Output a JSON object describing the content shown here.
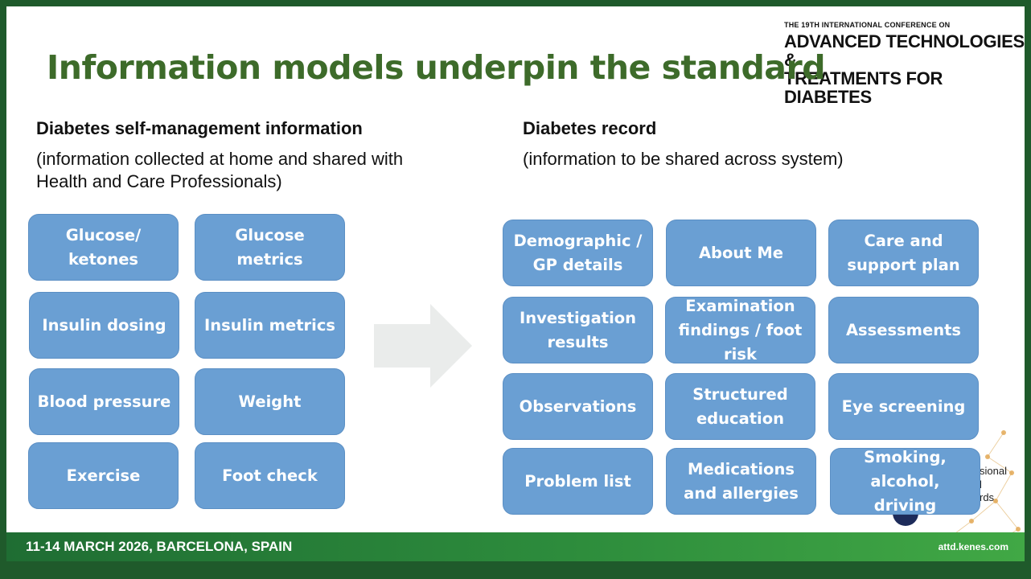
{
  "conference": {
    "superscript_line": "THE 19TH INTERNATIONAL CONFERENCE ON",
    "title_line1": "ADVANCED TECHNOLOGIES &",
    "title_line2": "TREATMENTS FOR DIABETES"
  },
  "slide": {
    "title": "Information models underpin the standard",
    "left": {
      "heading": "Diabetes self-management  information",
      "subheading_line1": "(information collected at home and shared with",
      "subheading_line2": "Health and Care Professionals)",
      "boxes": [
        {
          "line1": "Glucose/",
          "line2": "ketones"
        },
        {
          "line1": "Glucose",
          "line2": "metrics"
        },
        {
          "line1": "Insulin dosing",
          "line2": ""
        },
        {
          "line1": "Insulin metrics",
          "line2": ""
        },
        {
          "line1": "Blood pressure",
          "line2": ""
        },
        {
          "line1": "Weight",
          "line2": ""
        },
        {
          "line1": "Exercise",
          "line2": ""
        },
        {
          "line1": "Foot check",
          "line2": ""
        }
      ]
    },
    "right": {
      "heading": "Diabetes record",
      "subheading": "(information to be shared across system)",
      "boxes": [
        {
          "line1": "Demographic /",
          "line2": "GP details",
          "line3": ""
        },
        {
          "line1": "About Me",
          "line2": "",
          "line3": ""
        },
        {
          "line1": "Care and",
          "line2": "support plan",
          "line3": ""
        },
        {
          "line1": "Investigation",
          "line2": "results",
          "line3": ""
        },
        {
          "line1": "Examination",
          "line2": "findings / foot",
          "line3": "risk"
        },
        {
          "line1": "Assessments",
          "line2": "",
          "line3": ""
        },
        {
          "line1": "Observations",
          "line2": "",
          "line3": ""
        },
        {
          "line1": "Structured",
          "line2": "education",
          "line3": ""
        },
        {
          "line1": "Eye screening",
          "line2": "",
          "line3": ""
        },
        {
          "line1": "Problem list",
          "line2": "",
          "line3": ""
        },
        {
          "line1": "Medications",
          "line2": "and allergies",
          "line3": ""
        },
        {
          "line1": "Smoking,",
          "line2": "alcohol, driving",
          "line3": ""
        }
      ]
    },
    "partial_text": [
      "sional",
      "l",
      "rds"
    ]
  },
  "footer": {
    "date_location": "11-14 MARCH 2026, BARCELONA, SPAIN",
    "url": "attd.kenes.com"
  },
  "colors": {
    "title": "#3d6b2a",
    "box_fill": "#6a9fd3",
    "footer_green": "#2d8c3c",
    "frame_green": "#1f5a2b"
  }
}
